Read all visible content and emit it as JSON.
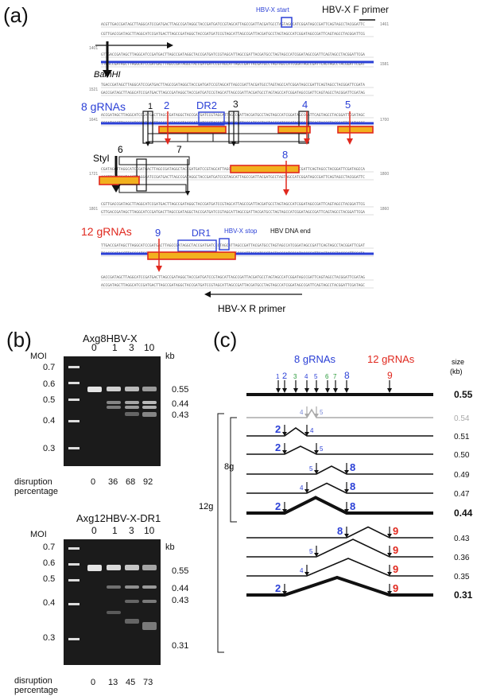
{
  "panels": {
    "a": "(a)",
    "b": "(b)",
    "c": "(c)"
  },
  "panel_a": {
    "hbvx_start": "HBV-X start",
    "f_primer": "HBV-X F primer",
    "r_primer": "HBV-X R primer",
    "bamhi": "BamHI",
    "styi": "StyI",
    "gRNA8_title": "8 gRNAs",
    "gRNA12_title": "12 gRNAs",
    "dr2": "DR2",
    "dr1": "DR1",
    "hbvx_stop": "HBV-X stop",
    "dna_end": "HBV DNA end",
    "line_numbers": [
      "1401",
      "1461",
      "1521",
      "1581",
      "1641",
      "1700",
      "1721",
      "1800",
      "1801",
      "1860"
    ],
    "site_numbers": [
      "1",
      "2",
      "3",
      "4",
      "5",
      "6",
      "7",
      "8",
      "9"
    ]
  },
  "panel_b": {
    "moi_label": "MOI",
    "kb_label": "kb",
    "gel1": {
      "title": "Axg8HBV-X",
      "moi": [
        "0",
        "1",
        "3",
        "10"
      ],
      "ladder": [
        "0.7",
        "0.6",
        "0.5",
        "0.4",
        "0.3"
      ],
      "sizes": [
        "0.55",
        "0.44",
        "0.43"
      ],
      "disruption_label": "disruption\npercentage",
      "disruption": [
        "0",
        "36",
        "68",
        "92"
      ]
    },
    "gel2": {
      "title": "Axg12HBV-X-DR1",
      "moi": [
        "0",
        "1",
        "3",
        "10"
      ],
      "ladder": [
        "0.7",
        "0.6",
        "0.5",
        "0.4",
        "0.3"
      ],
      "sizes": [
        "0.55",
        "0.44",
        "0.43",
        "0.31"
      ],
      "disruption_label": "disruption\npercentage",
      "disruption": [
        "0",
        "13",
        "45",
        "73"
      ]
    }
  },
  "panel_c": {
    "title8": "8 gRNAs",
    "title12": "12 gRNAs",
    "size_header": "size\n(kb)",
    "site_labels": [
      "1",
      "2",
      "3",
      "4",
      "5",
      "6",
      "7",
      "8",
      "9"
    ],
    "group8": "8g",
    "group12": "12g",
    "rows": [
      {
        "size": "0.55",
        "left": "",
        "right": ""
      },
      {
        "size": "0.54",
        "left": "4",
        "right": "5"
      },
      {
        "size": "0.51",
        "left": "2",
        "right": "4"
      },
      {
        "size": "0.50",
        "left": "2",
        "right": "5"
      },
      {
        "size": "0.49",
        "left": "5",
        "right": "8"
      },
      {
        "size": "0.47",
        "left": "4",
        "right": "8"
      },
      {
        "size": "0.44",
        "left": "2",
        "right": "8"
      },
      {
        "size": "0.43",
        "left": "8",
        "right": "9"
      },
      {
        "size": "0.36",
        "left": "5",
        "right": "9"
      },
      {
        "size": "0.35",
        "left": "4",
        "right": "9"
      },
      {
        "size": "0.31",
        "left": "2",
        "right": "9"
      }
    ]
  },
  "colors": {
    "blue": "#2a3fd6",
    "red": "#e0281e",
    "orange": "#f2b01e",
    "green": "#2a9a3a"
  }
}
